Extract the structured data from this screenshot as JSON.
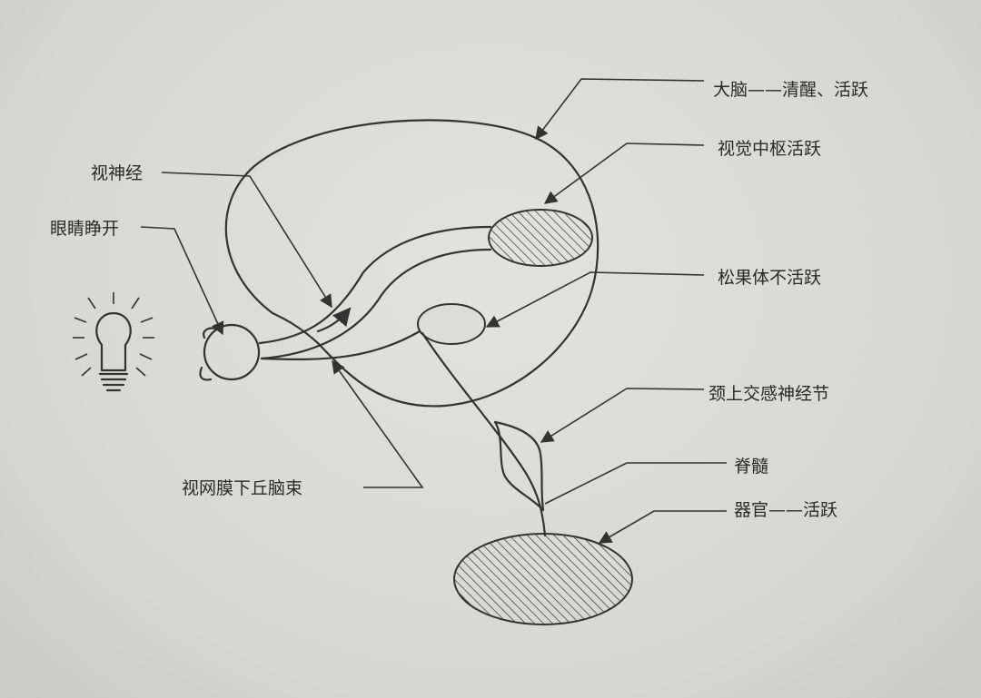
{
  "labels": {
    "cerebrum": "大脑——清醒、活跃",
    "visual_center": "视觉中枢活跃",
    "pineal": "松果体不活跃",
    "ganglion": "颈上交感神经节",
    "spinal_cord": "脊髓",
    "organ": "器官——活跃",
    "optic_nerve": "视神经",
    "eyes_open": "眼睛睁开",
    "rht": "视网膜下丘脑束"
  },
  "colors": {
    "ink": "#333333",
    "paper": "#d9d9d7"
  }
}
